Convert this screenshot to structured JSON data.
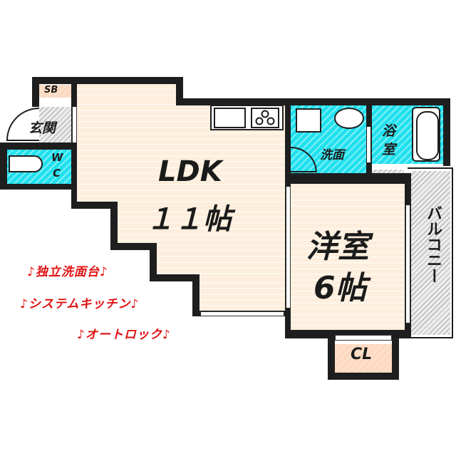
{
  "floorplan": {
    "rooms": {
      "ldk": {
        "name": "LDK",
        "size": "１１帖"
      },
      "western_room": {
        "name": "洋室",
        "size": "6帖"
      },
      "entrance": {
        "name": "玄関"
      },
      "shoe_box": {
        "name": "SB"
      },
      "toilet": {
        "name_line1": "W",
        "name_line2": "C"
      },
      "washroom": {
        "name": "洗面"
      },
      "bathroom": {
        "name_line1": "浴",
        "name_line2": "室"
      },
      "closet": {
        "name": "CL"
      },
      "balcony": {
        "name": "バルコニー"
      }
    },
    "features": [
      "♪独立洗面台♪",
      "♪システムキッチン♪",
      "♪オートロック♪"
    ],
    "colors": {
      "wall": "#1e1e1e",
      "floor": "#fdeedd",
      "wet_area": "#21e0ee",
      "closet": "#fcd9c0",
      "balcony": "#d8d8d8",
      "promo_text": "#e01010"
    }
  }
}
